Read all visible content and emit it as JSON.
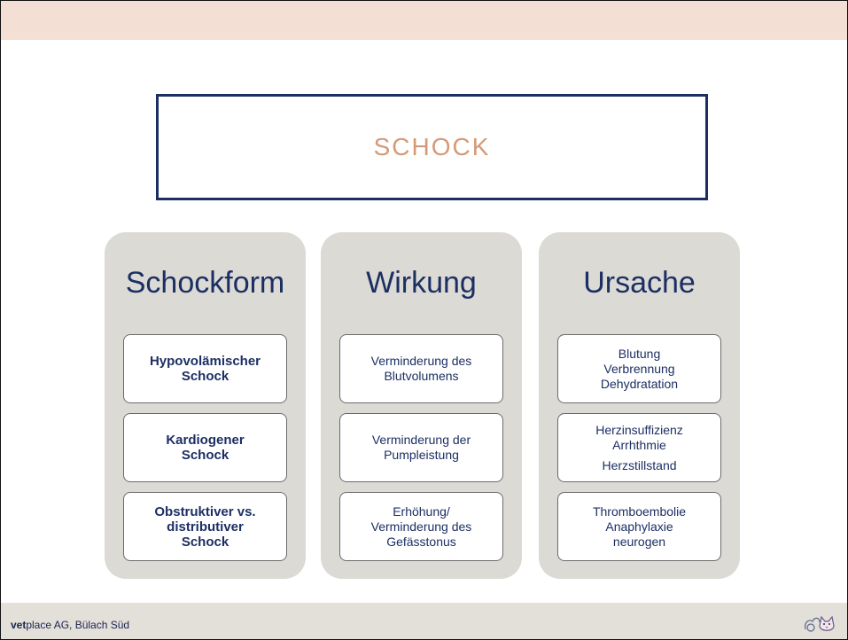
{
  "title": "SCHOCK",
  "footer": {
    "brand_bold": "vet",
    "brand_rest": "place AG, Bülach Süd"
  },
  "columns": [
    {
      "header": "Schockform",
      "cards": [
        {
          "lines": [
            "Hypovolämischer",
            "Schock"
          ]
        },
        {
          "lines": [
            "Kardiogener",
            "Schock"
          ]
        },
        {
          "lines": [
            "Obstruktiver vs.",
            "distributiver",
            "Schock"
          ]
        }
      ]
    },
    {
      "header": "Wirkung",
      "cards": [
        {
          "lines": [
            "Verminderung des",
            "Blutvolumens"
          ]
        },
        {
          "lines": [
            "Verminderung der",
            "Pumpleistung"
          ]
        },
        {
          "lines": [
            "Erhöhung/",
            "Verminderung des",
            "Gefässtonus"
          ]
        }
      ]
    },
    {
      "header": "Ursache",
      "cards": [
        {
          "lines": [
            "Blutung",
            "Verbrennung",
            "Dehydratation"
          ]
        },
        {
          "lines": [
            "Herzinsuffizienz",
            "Arrhthmie",
            "Herzstillstand"
          ]
        },
        {
          "lines": [
            "Thromboembolie",
            "Anaphylaxie",
            "neurogen"
          ]
        }
      ]
    }
  ],
  "colors": {
    "navy": "#1c2f63",
    "title": "#d49a77",
    "top_band": "#f3dfd3",
    "column_bg": "#dcdad5"
  }
}
